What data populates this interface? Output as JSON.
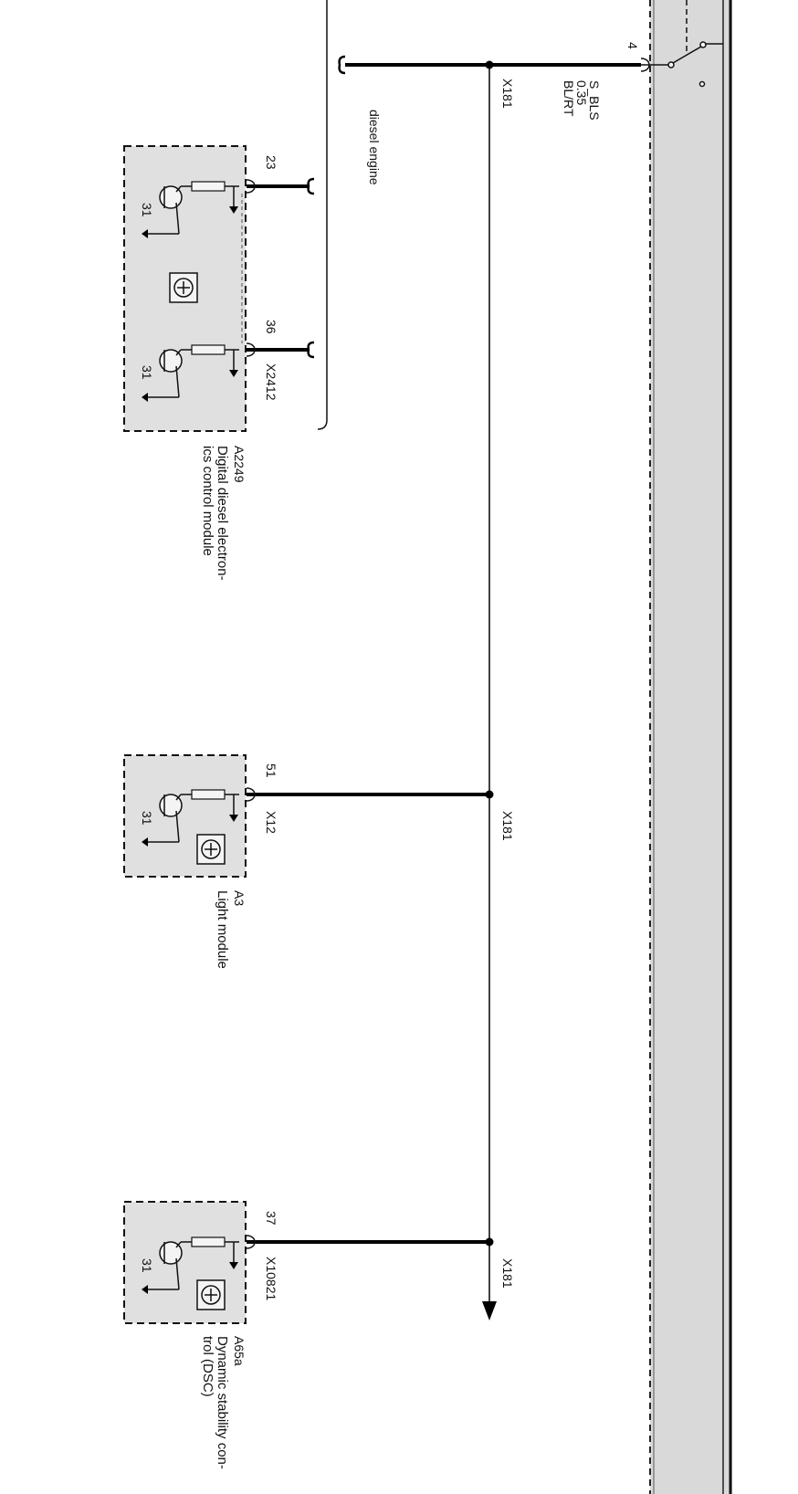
{
  "colors": {
    "wire": "#000000",
    "module_fill": "#e0e0e0",
    "module_border": "#111111",
    "ground_rail": "#d9d9d9"
  },
  "switch": {
    "pin": "4",
    "wire_name": "S_BLS",
    "wire_size": "0.35",
    "wire_color": "BL/RT"
  },
  "splice_labels": [
    "X181",
    "X181",
    "X181"
  ],
  "diesel_branch": {
    "label": "diesel engine"
  },
  "modules": [
    {
      "id": "A2249",
      "name_line1": "Digital diesel electron-",
      "name_line2": "ics control module",
      "connector": "X2412",
      "pins": [
        "23",
        "36"
      ],
      "ground": "31"
    },
    {
      "id": "A3",
      "name_line1": "Light module",
      "name_line2": "",
      "connector": "X12",
      "pins": [
        "51"
      ],
      "ground": "31"
    },
    {
      "id": "A65a",
      "name_line1": "Dynamic stability con-",
      "name_line2": "trol (DSC)",
      "connector": "X10821",
      "pins": [
        "37"
      ],
      "ground": "31"
    }
  ],
  "icons": [
    "module-symbol-icon",
    "transistor-icon",
    "ground-icon",
    "arrow-down-icon",
    "switch-icon"
  ]
}
